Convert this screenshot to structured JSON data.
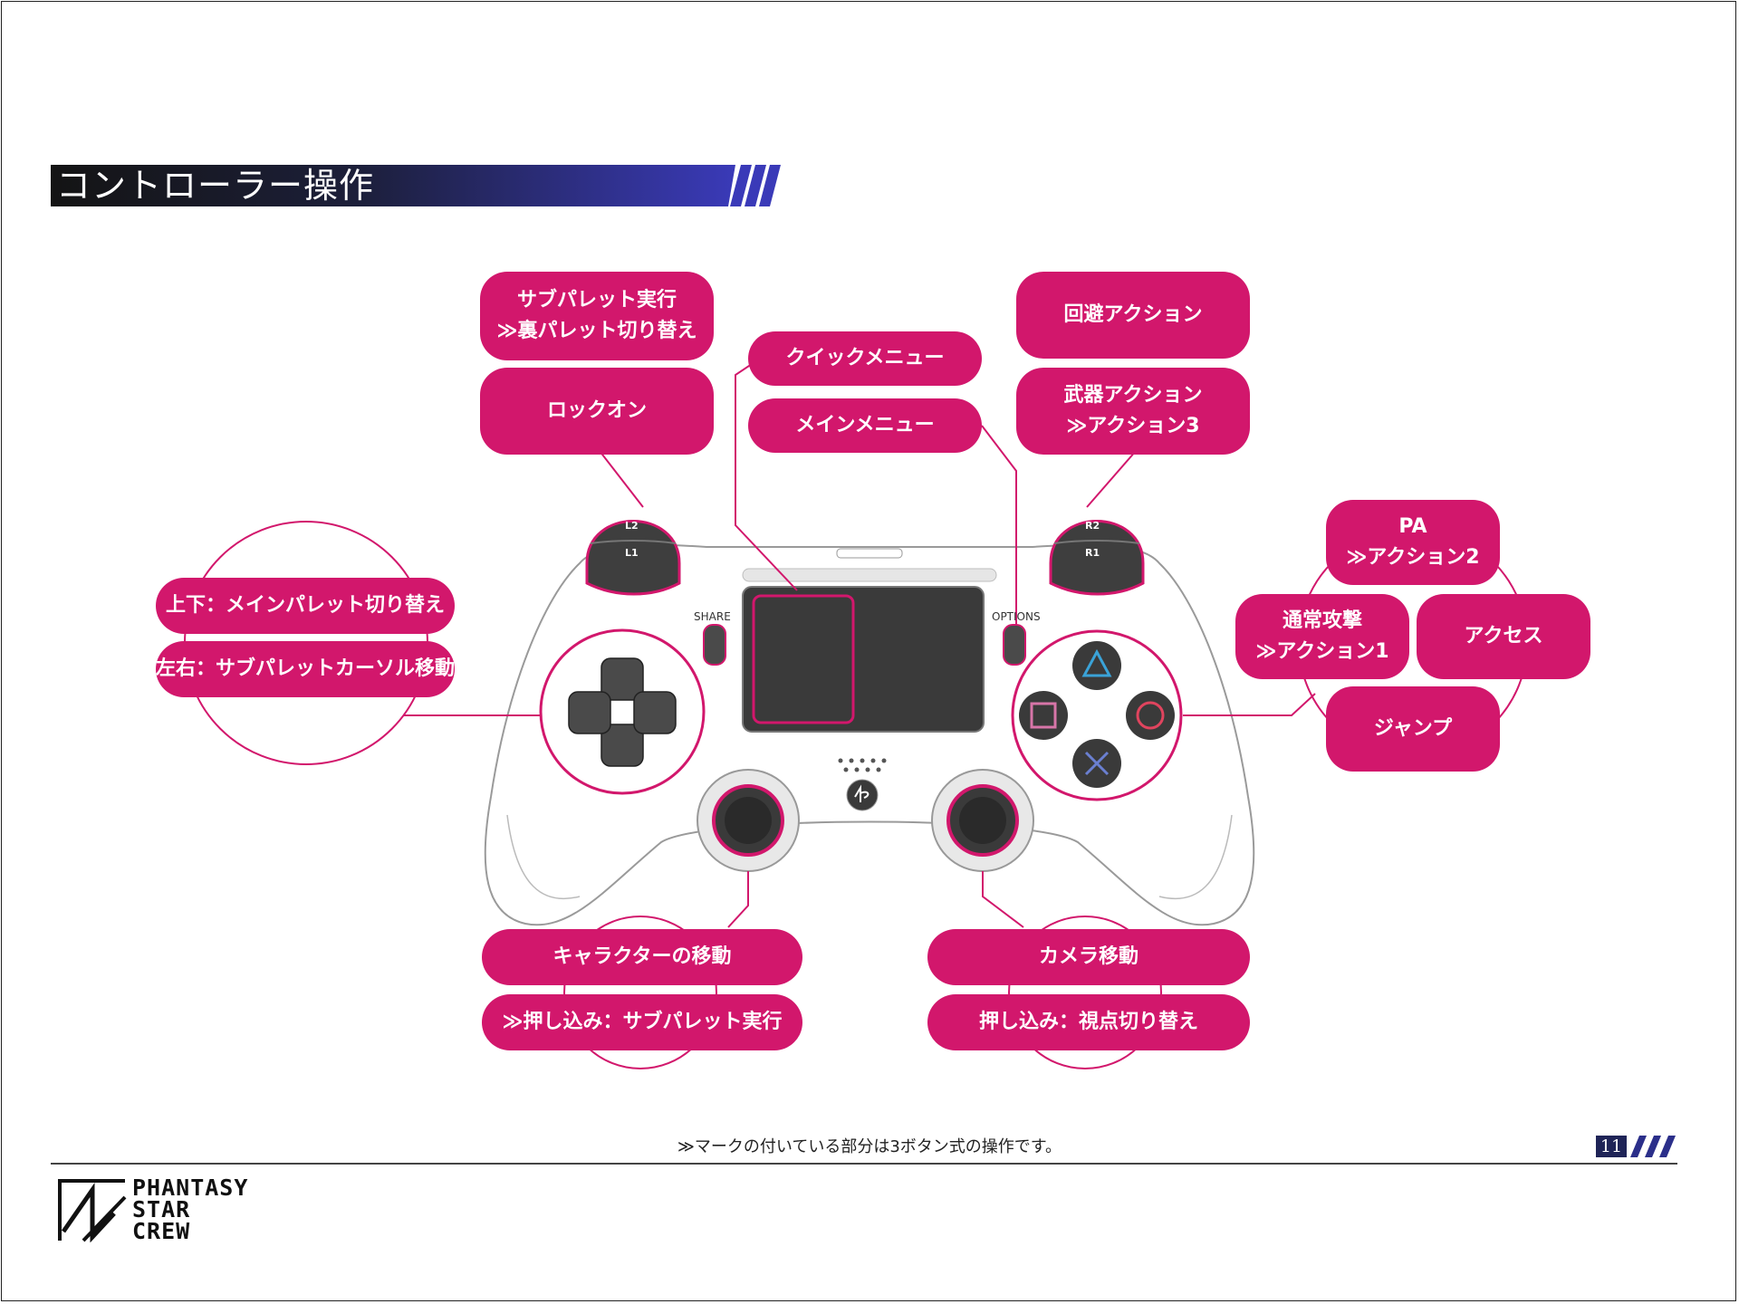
{
  "page": {
    "title": "コントローラー操作",
    "footnote": "≫マークの付いている部分は3ボタン式の操作です。",
    "page_number": "11"
  },
  "logo": {
    "lines": [
      "PHANTASY",
      "STAR",
      "CREW"
    ]
  },
  "controller": {
    "share": "SHARE",
    "options": "OPTIONS",
    "l2": "L2",
    "l1": "L1",
    "r2": "R2",
    "r1": "R1"
  },
  "labels": {
    "l2": [
      "サブパレット実行",
      "≫裏パレット切り替え"
    ],
    "l1": "ロックオン",
    "touchpad": "クイックメニュー",
    "options": "メインメニュー",
    "r1": "回避アクション",
    "r2": [
      "武器アクション",
      "≫アクション3"
    ],
    "dpad_updown": "上下：メインパレット切り替え",
    "dpad_leftright": "左右：サブパレットカーソル移動",
    "triangle": [
      "PA",
      "≫アクション2"
    ],
    "square": [
      "通常攻撃",
      "≫アクション1"
    ],
    "circle": "アクセス",
    "cross": "ジャンプ",
    "left_stick": "キャラクターの移動",
    "left_stick_press": "≫押し込み：サブパレット実行",
    "right_stick": "カメラ移動",
    "right_stick_press": "押し込み：視点切り替え"
  },
  "colors": {
    "accent": "#d2176c",
    "title_dark": "#1a1a1a",
    "title_blue": "#3a3ab8"
  }
}
